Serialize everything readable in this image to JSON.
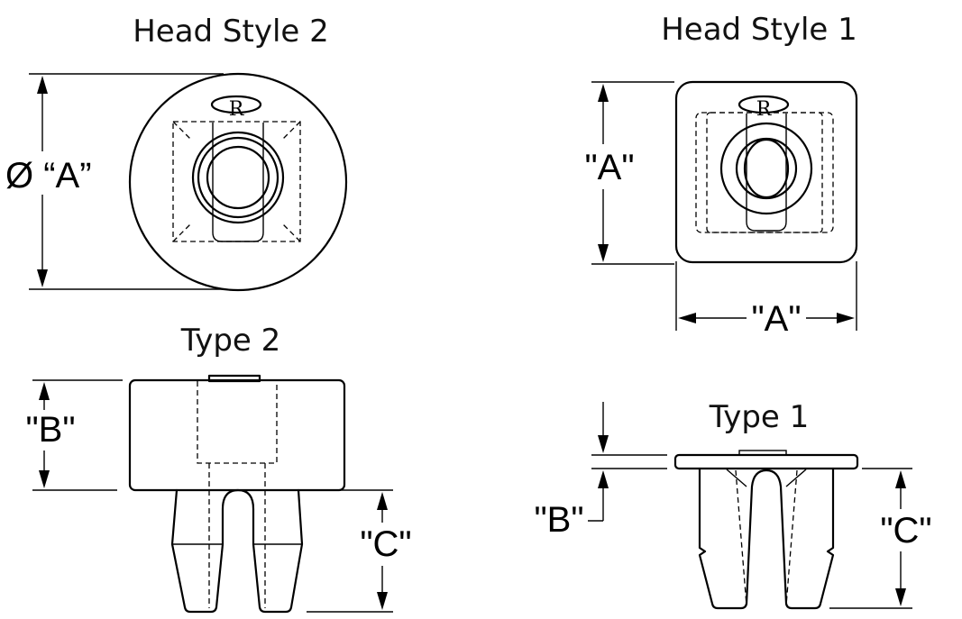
{
  "titles": {
    "head_style_2": "Head Style 2",
    "head_style_1": "Head Style 1",
    "type_2": "Type 2",
    "type_1": "Type 1"
  },
  "dimensions": {
    "hs2_diameter": "Ø “A”",
    "hs1_height": "\"A\"",
    "hs1_width": "\"A\"",
    "t2_b": "\"B\"",
    "t2_c": "\"C\"",
    "t1_b": "\"B\"",
    "t1_c": "\"C\""
  },
  "logo": {
    "mark": "R"
  },
  "colors": {
    "ink": "#000000",
    "background": "#ffffff"
  }
}
